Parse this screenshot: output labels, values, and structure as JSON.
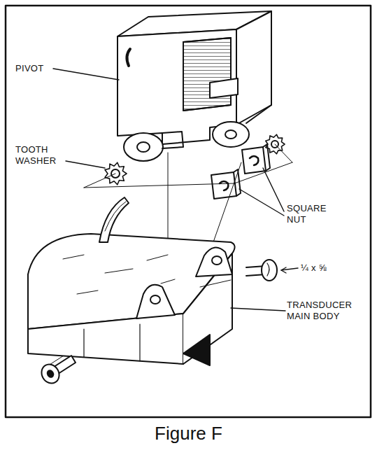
{
  "diagram": {
    "caption": "Figure F",
    "labels": [
      "PIVOT",
      "TOOTH WASHER",
      "SQUARE NUT",
      "¼ x ⅝",
      "TRANSDUCER MAIN BODY"
    ]
  }
}
